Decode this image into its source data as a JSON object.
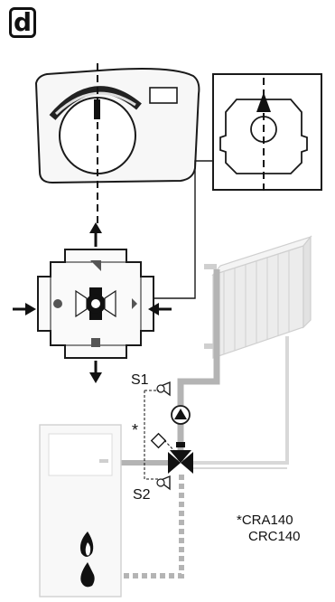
{
  "step_label": "d",
  "valve_labels": {
    "s1": "S1",
    "s2": "S2",
    "star": "*"
  },
  "models": {
    "line1": "*CRA140",
    "line2": "CRC140"
  },
  "colors": {
    "outline": "#1a1a1a",
    "device_fill": "#f7f7f7",
    "pipe_grey": "#b4b4b4",
    "pipe_light": "#d8d8d8",
    "arrow": "#111111"
  },
  "icons": [
    "flame-icon",
    "water-drop-icon",
    "arrow-up-icon",
    "arrow-down-icon",
    "arrow-left-icon",
    "arrow-right-icon"
  ]
}
